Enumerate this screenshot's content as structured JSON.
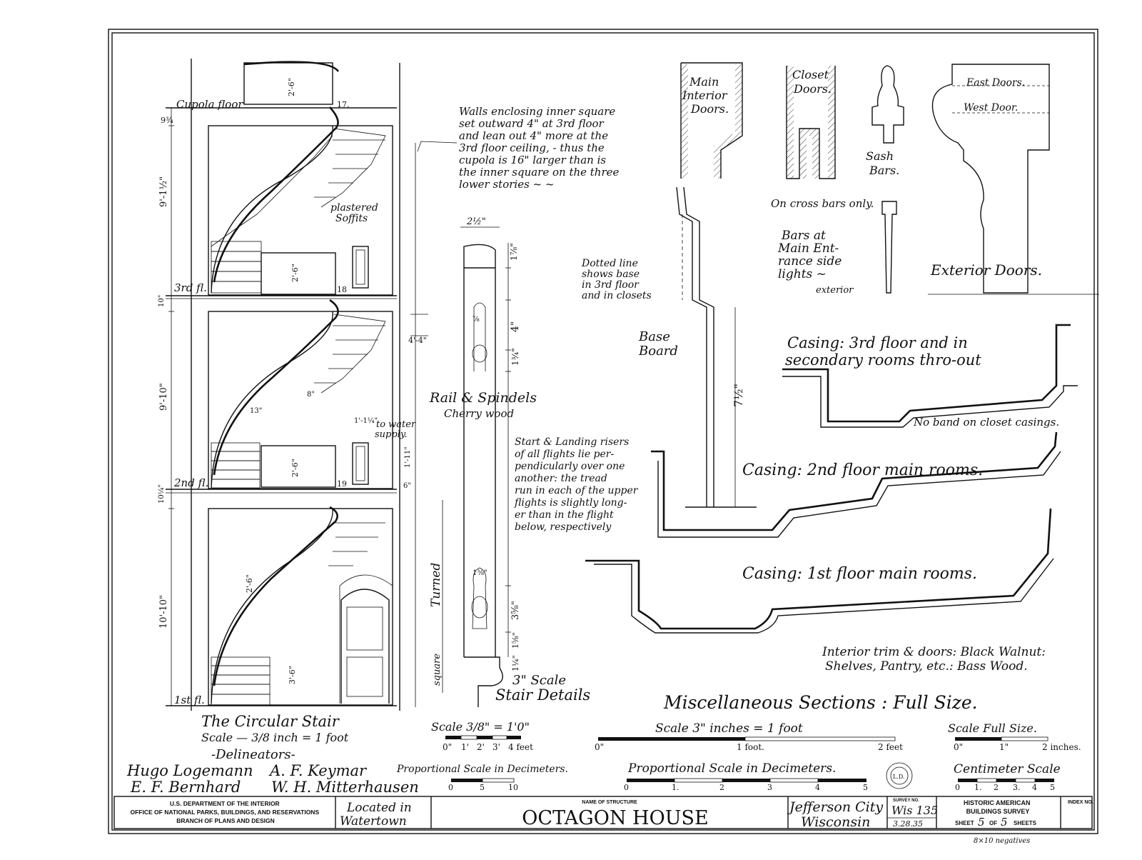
{
  "stair": {
    "labels": {
      "cupola_floor": "Cupola floor",
      "third_fl": "3rd fl.",
      "second_fl": "2nd fl.",
      "first_fl": "1st fl.",
      "step17": "17.",
      "step18": "18",
      "step19": "19",
      "plastered": "plastered",
      "soffits": "Soffits",
      "to_water": "to water",
      "supply": "supply."
    },
    "dims": {
      "d_9_3_4": "9¾",
      "d_9_1_2": "9'-1½\"",
      "d_10": "10\"",
      "d_9_10": "9'-10\"",
      "d_10_1_4": "10¼\"",
      "d_10_10": "10'-10\"",
      "d_2_6_a": "2'-6\"",
      "d_2_6_b": "2'-6\"",
      "d_2_6_c": "2'-6\"",
      "d_2_6_d": "2'-6\"",
      "d_3_6": "3'-6\"",
      "d_4_4": "4'-4\"",
      "d_1_1_4": "1'-1¼\"",
      "d_1_11": "1'-11\"",
      "d_6": "6\"",
      "d_8": "8\"",
      "d_13": "13\""
    },
    "title": "The Circular Stair",
    "scale": "Scale — 3/8 inch = 1 foot"
  },
  "notes": {
    "walls": [
      "Walls enclosing inner square",
      "set outward 4\" at 3rd floor",
      "and lean out 4\" more at the",
      "3rd floor ceiling, - thus the",
      "cupola is 16\" larger than is",
      "the inner square on the three",
      "lower stories  ~  ~"
    ],
    "rail": "Rail & Spindels",
    "cherry": "Cherry wood",
    "start": [
      "Start & Landing risers",
      "of all flights lie per-",
      "pendicularly over one",
      "another: the tread",
      "run in each of the upper",
      "flights is slightly long-",
      "er than in the flight",
      "below, respectively"
    ],
    "dotted": [
      "Dotted line",
      "shows base",
      "in 3rd floor",
      "and in closets"
    ],
    "turned": "Turned",
    "square": "square",
    "baseboard": [
      "Base",
      "Board"
    ]
  },
  "spindle": {
    "d_2_1_2": "2½\"",
    "d_1_7_8": "1⅞\"",
    "d_7_8": "⅞",
    "d_4": "4\"",
    "d_1_3_4": "1¾\"",
    "d_1_3_8": "1⅜\"",
    "d_3_5_8": "3⅝\"",
    "d_1_5_8": "1⅝\"",
    "d_1_1_4": "1¼\"",
    "title_1": "3\" Scale",
    "title_2": "Stair Details"
  },
  "sections": {
    "main_interior": [
      "Main",
      "Interior",
      "Doors."
    ],
    "closet": [
      "Closet",
      "Doors."
    ],
    "sash": [
      "Sash",
      "Bars."
    ],
    "cross_bars": "On cross bars only.",
    "main_ent": [
      "Bars at",
      "Main Ent-",
      "rance side",
      "lights ~"
    ],
    "exterior_small": "exterior",
    "east_doors": "East Doors.",
    "west_door": "West Door.",
    "exterior_doors": "Exterior Doors.",
    "base_dim": "7½\"",
    "casing3": [
      "Casing: 3rd floor and in",
      "secondary rooms thro-out"
    ],
    "no_band": "No band on closet casings.",
    "casing2": "Casing: 2nd floor main rooms.",
    "casing1": "Casing: 1st floor main rooms.",
    "trim": [
      "Interior trim & doors: Black Walnut:",
      "Shelves, Pantry, etc.: Bass Wood."
    ],
    "title": "Miscellaneous Sections  : Full Size."
  },
  "scales": {
    "s1": {
      "label": "Scale 3/8\" = 1'0\"",
      "ticks": [
        "0\"",
        "1'",
        "2'",
        "3'",
        "4 feet"
      ]
    },
    "s2": {
      "label": "Scale 3\" inches = 1 foot",
      "ticks": [
        "0\"",
        "1 foot.",
        "2 feet"
      ]
    },
    "s3": {
      "label": "Scale Full Size.",
      "ticks": [
        "0\"",
        "1\"",
        "2 inches."
      ]
    },
    "p1": {
      "label": "Proportional Scale in Decimeters.",
      "ticks": [
        "0",
        "5",
        "10"
      ]
    },
    "p2": {
      "label": "Proportional Scale in Decimeters.",
      "ticks": [
        "0",
        "1.",
        "2",
        "3",
        "4",
        "5"
      ]
    },
    "cm": {
      "label": "Centimeter Scale",
      "ticks": [
        "0",
        "1.",
        "2",
        "3.",
        "4",
        "5"
      ]
    }
  },
  "delineators": {
    "heading": "-Delineators-",
    "names": [
      "Hugo Logemann",
      "A. F. Keymar",
      "E. F. Bernhard",
      "W. H. Mitterhausen"
    ]
  },
  "title_block": {
    "agency": [
      "U.S. DEPARTMENT OF THE INTERIOR",
      "OFFICE OF NATIONAL PARKS, BUILDINGS, AND RESERVATIONS",
      "BRANCH OF PLANS AND DESIGN"
    ],
    "located": [
      "Located in",
      "Watertown"
    ],
    "name_label": "NAME OF STRUCTURE",
    "name": "OCTAGON  HOUSE",
    "city": [
      "Jefferson City",
      "Wisconsin"
    ],
    "survey_label": "SURVEY NO.",
    "survey_no": "Wis 135",
    "date": "3.28.35",
    "habs": [
      "HISTORIC AMERICAN",
      "BUILDINGS SURVEY"
    ],
    "sheet_prefix": "SHEET",
    "sheet_no": "5",
    "sheet_of": "OF",
    "sheet_total": "5",
    "sheet_suffix": "SHEETS",
    "index_label": "INDEX NO.",
    "note": "8×10 negatives"
  }
}
